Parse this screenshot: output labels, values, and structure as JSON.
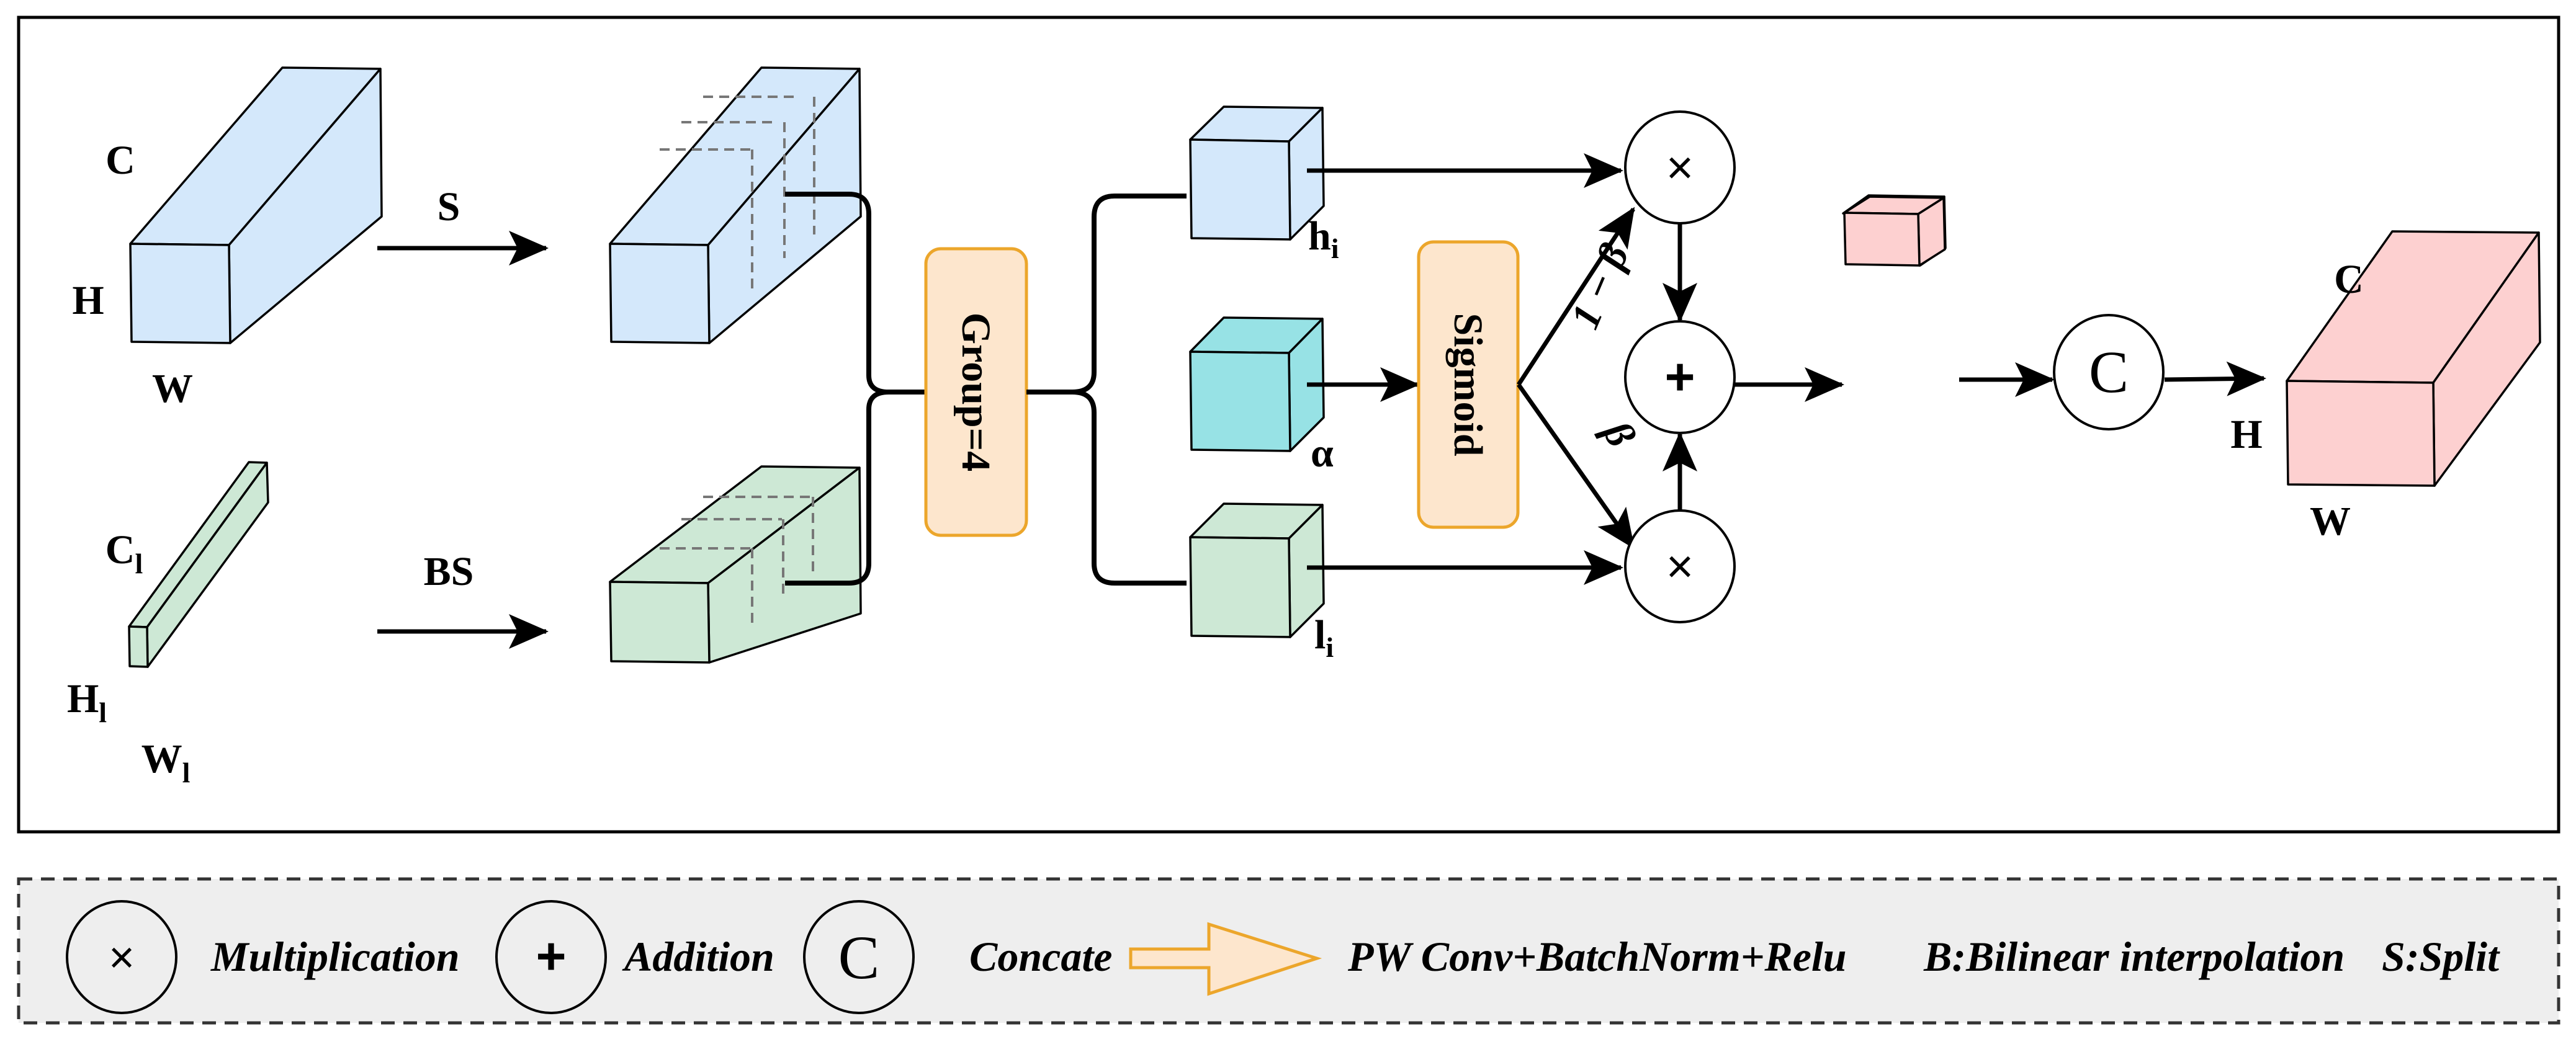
{
  "diagram": {
    "colors": {
      "high_feature": "#d4e8fb",
      "low_feature": "#cde8d5",
      "alpha": "#97e2e5",
      "output": "#fdd0d0",
      "block_fill": "#fde6cd",
      "block_border": "#eca62b",
      "legend_bg": "#eeeeee"
    },
    "input_high": {
      "label_c": "C",
      "label_h": "H",
      "label_w": "W"
    },
    "input_low": {
      "label_c": "C",
      "label_c_sub": "l",
      "label_h": "H",
      "label_h_sub": "l",
      "label_w": "W",
      "label_w_sub": "l"
    },
    "arrow_split": {
      "label": "S"
    },
    "arrow_bilinear_split": {
      "label": "BS"
    },
    "group_block": {
      "label": "Group=4"
    },
    "sigmoid_block": {
      "label": "Sigmoid"
    },
    "cube_h": {
      "label": "h",
      "sub": "i"
    },
    "cube_alpha": {
      "label": "α"
    },
    "cube_l": {
      "label": "l",
      "sub": "i"
    },
    "edge_top": {
      "label": "1 − β"
    },
    "edge_bottom": {
      "label": "β"
    },
    "op_multiply_top": {
      "symbol": "×"
    },
    "op_add": {
      "symbol": "+"
    },
    "op_multiply_bottom": {
      "symbol": "×"
    },
    "op_concat": {
      "symbol": "C"
    },
    "output": {
      "label_c": "C",
      "label_h": "H",
      "label_w": "W"
    }
  },
  "legend": {
    "items": [
      {
        "symbol": "×",
        "label": "Multiplication"
      },
      {
        "symbol": "+",
        "label": "Addition"
      },
      {
        "symbol": "C",
        "label": "Concate"
      },
      {
        "symbol": "arrow",
        "label": "PW Conv+BatchNorm+Relu"
      }
    ],
    "bilinear_note": "B:Bilinear interpolation",
    "split_note": "S:Split"
  }
}
